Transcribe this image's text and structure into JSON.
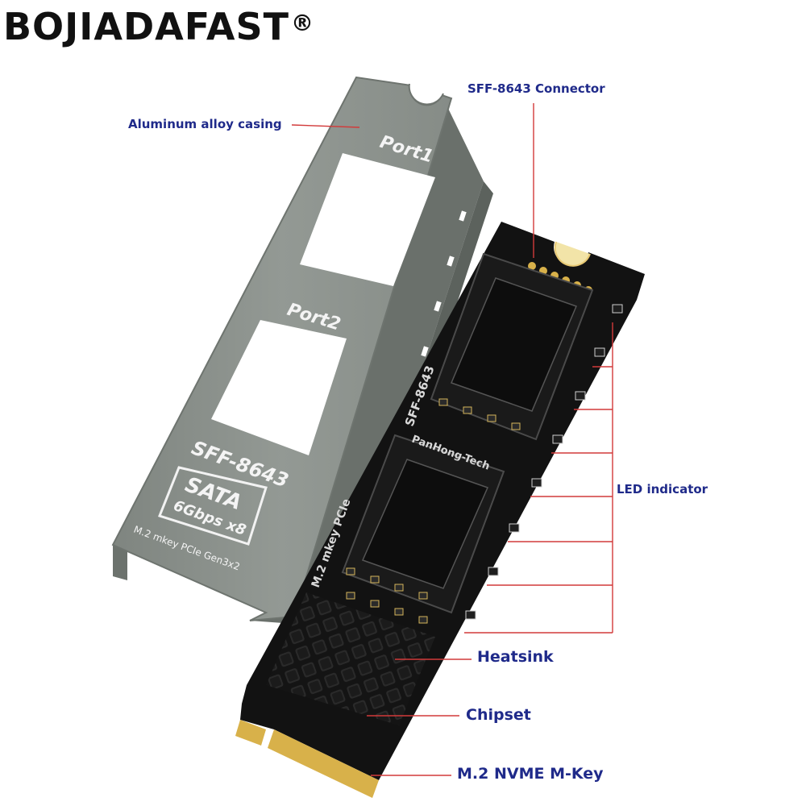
{
  "brand": {
    "name": "BOJIADAFAST",
    "mark": "®"
  },
  "callouts": {
    "casing": "Aluminum alloy casing",
    "connector": "SFF-8643 Connector",
    "led": "LED indicator",
    "heatsink": "Heatsink",
    "chipset": "Chipset",
    "mkey": "M.2 NVME M-Key"
  },
  "casing_print": {
    "port1": "Port1",
    "port2": "Port2",
    "sff": "SFF-8643",
    "sata": "SATA",
    "speed": "6Gbps x8",
    "interface": "M.2 mkey PCIe Gen3x2"
  },
  "board_print": {
    "maker": "PanHong-Tech",
    "sff": "SFF-8643",
    "interface": "M.2 mkey PCIe"
  },
  "colors": {
    "casing": "#8c928d",
    "board": "#121212",
    "label": "#1f2a8a",
    "leader_red": "#d23a3a"
  }
}
